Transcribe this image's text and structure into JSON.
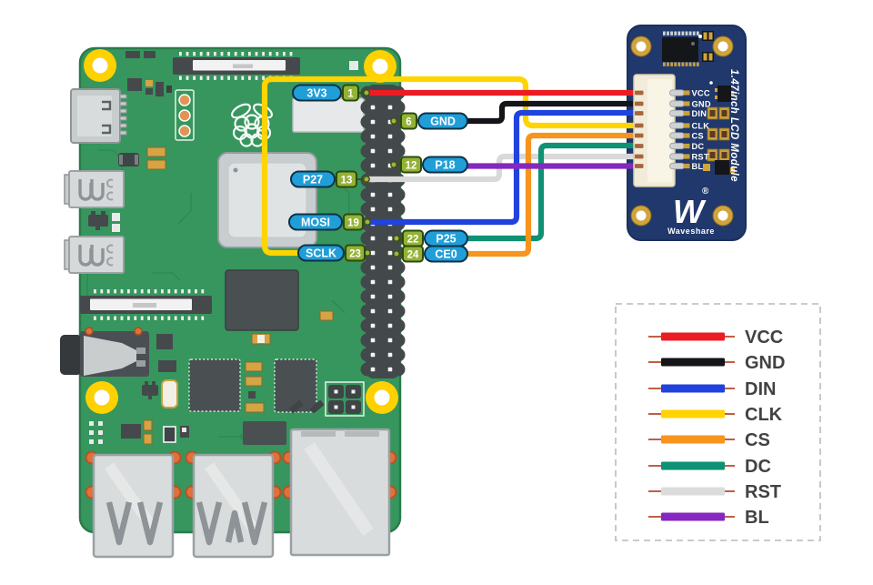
{
  "diagram": {
    "kind": "wiring-diagram",
    "boards": [
      "Raspberry Pi",
      "1.47inch LCD Module"
    ]
  },
  "raspberry_pi": {
    "board_color": "#36965e",
    "gpio_labels": [
      {
        "pin": "1",
        "signal": "3V3"
      },
      {
        "pin": "6",
        "signal": "GND"
      },
      {
        "pin": "12",
        "signal": "P18"
      },
      {
        "pin": "13",
        "signal": "P27"
      },
      {
        "pin": "19",
        "signal": "MOSI"
      },
      {
        "pin": "22",
        "signal": "P25"
      },
      {
        "pin": "23",
        "signal": "SCLK"
      },
      {
        "pin": "24",
        "signal": "CE0"
      }
    ],
    "label_colors": {
      "signal_bg": "#209ed8",
      "signal_border": "#0e3246",
      "pin_bg": "#93b236",
      "pin_border": "#2c4a0d"
    }
  },
  "lcd_module": {
    "board_color": "#20386b",
    "title": "1.47inch LCD Module",
    "brand": "Waveshare",
    "logo_letter": "W",
    "registered_mark": "®",
    "pins": [
      "VCC",
      "GND",
      "DIN",
      "CLK",
      "CS",
      "DC",
      "RST",
      "BL"
    ]
  },
  "wires": [
    {
      "name": "VCC",
      "color": "#ec1c24",
      "from": "3V3 (pin 1)",
      "to": "VCC"
    },
    {
      "name": "GND",
      "color": "#141419",
      "from": "GND (pin 6)",
      "to": "GND"
    },
    {
      "name": "DIN",
      "color": "#2042dd",
      "from": "MOSI (pin 19)",
      "to": "DIN"
    },
    {
      "name": "CLK",
      "color": "#ffd400",
      "from": "SCLK (pin 23)",
      "to": "CLK"
    },
    {
      "name": "CS",
      "color": "#f7941d",
      "from": "CE0 (pin 24)",
      "to": "CS"
    },
    {
      "name": "DC",
      "color": "#0f9173",
      "from": "P25 (pin 22)",
      "to": "DC"
    },
    {
      "name": "RST",
      "color": "#d9d9d9",
      "from": "P27 (pin 13)",
      "to": "RST"
    },
    {
      "name": "BL",
      "color": "#8428c0",
      "from": "P18 (pin 12)",
      "to": "BL"
    }
  ],
  "legend": {
    "stub_color": "#bf5f48",
    "entries": [
      {
        "label": "VCC",
        "color": "#ec1c24"
      },
      {
        "label": "GND",
        "color": "#141419"
      },
      {
        "label": "DIN",
        "color": "#2042dd"
      },
      {
        "label": "CLK",
        "color": "#ffd400"
      },
      {
        "label": "CS",
        "color": "#f7941d"
      },
      {
        "label": "DC",
        "color": "#0f9173"
      },
      {
        "label": "RST",
        "color": "#dcdcdc"
      },
      {
        "label": "BL",
        "color": "#8428c0"
      }
    ]
  }
}
